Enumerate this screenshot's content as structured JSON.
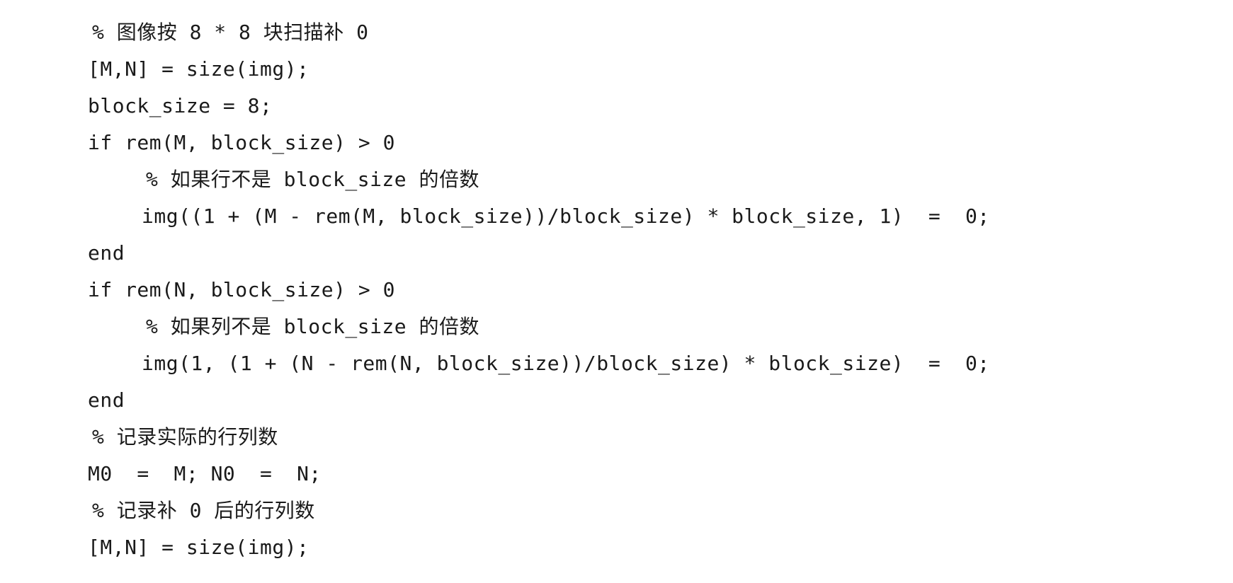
{
  "code": {
    "lines": [
      "% 图像按 8 * 8 块扫描补 0",
      "[M,N] = size(img);",
      "block_size = 8;",
      "if rem(M, block_size) > 0",
      "% 如果行不是 block_size 的倍数",
      "img((1 + (M - rem(M, block_size))/block_size) * block_size, 1)  =  0;",
      "end",
      "if rem(N, block_size) > 0",
      "% 如果列不是 block_size 的倍数",
      "img(1, (1 + (N - rem(N, block_size))/block_size) * block_size)  =  0;",
      "end",
      "% 记录实际的行列数",
      "M0  =  M; N0  =  N;",
      "% 记录补 0 后的行列数",
      "[M,N] = size(img);"
    ]
  }
}
